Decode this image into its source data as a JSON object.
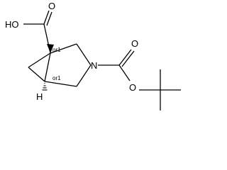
{
  "labels": {
    "hydroxyl": "HO",
    "acid_carbonyl_oxygen": "O",
    "ring_nitrogen": "N",
    "boc_carbonyl_oxygen": "O",
    "boc_ester_oxygen": "O",
    "bridgehead_hydrogen": "H",
    "stereo_upper": "or1",
    "stereo_lower": "or1"
  }
}
